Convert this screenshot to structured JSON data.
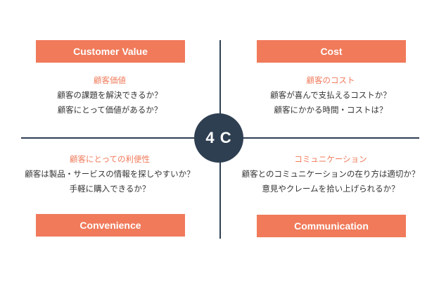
{
  "center_label": "4 C",
  "quadrants": {
    "top_left": {
      "badge": "Customer Value",
      "heading": "顧客価値",
      "lines": [
        "顧客の課題を解決できるか？",
        "顧客にとって価値があるか？"
      ]
    },
    "top_right": {
      "badge": "Cost",
      "heading": "顧客のコスト",
      "lines": [
        "顧客が喜んで支払えるコストか？",
        "顧客にかかる時間・コストは？"
      ]
    },
    "bottom_left": {
      "badge": "Convenience",
      "heading": "顧客にとっての利便性",
      "lines": [
        "顧客は製品・サービスの情報を探しやすいか？",
        "手軽に購入できるか？"
      ]
    },
    "bottom_right": {
      "badge": "Communication",
      "heading": "コミュニケーション",
      "lines": [
        "顧客とのコミュニケーションの在り方は適切か？",
        "意見やクレームを拾い上げられるか？"
      ]
    }
  },
  "colors": {
    "accent": "#f07a5a",
    "dark": "#2f3f52",
    "text": "#333333"
  }
}
